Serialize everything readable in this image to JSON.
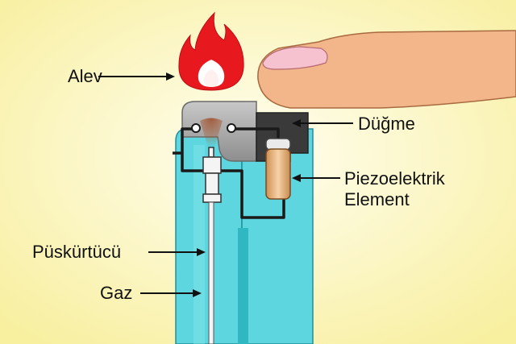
{
  "labels": {
    "flame": "Alev",
    "button": "Düğme",
    "piezo_line1": "Piezoelektrik",
    "piezo_line2": "Element",
    "nozzle": "Püskürtücü",
    "gas": "Gaz"
  },
  "colors": {
    "background": "#fdf6c0",
    "lighter_body": "#5ed6df",
    "lighter_dark": "#2fb7c2",
    "flame": "#e8191e",
    "metal_cap": "#a9a9a9",
    "button": "#3a3a3a",
    "finger": "#f3b58a",
    "piezo": "#e7b887",
    "wire": "#1a1a1a"
  }
}
